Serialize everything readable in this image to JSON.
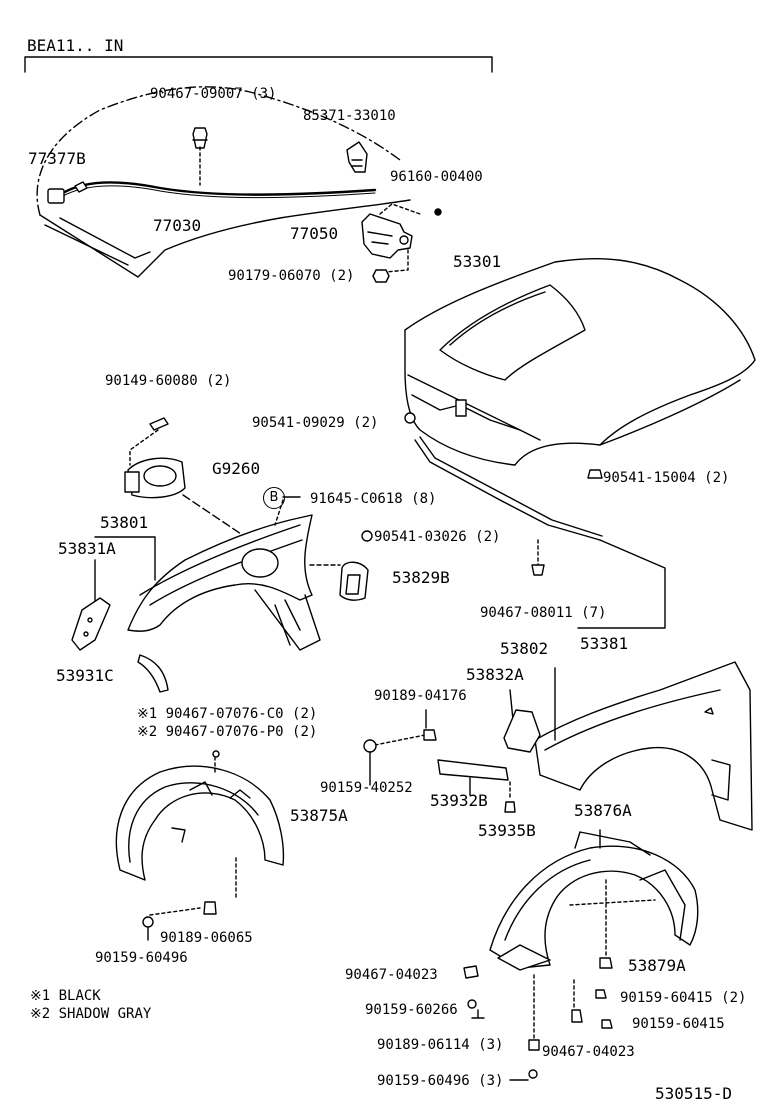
{
  "header": {
    "model_code": "BEA11.. IN"
  },
  "diagram_id": "530515-D",
  "callout_b": "B",
  "legend": {
    "note1": "※1 90467-07076-C0 (2)",
    "note2": "※2 90467-07076-P0 (2)",
    "color1": "※1 BLACK",
    "color2": "※2 SHADOW GRAY"
  },
  "parts": {
    "p1": "90467-09007 (3)",
    "p2": "85371-33010",
    "p3": "77377B",
    "p4": "96160-00400",
    "p5": "77030",
    "p6": "77050",
    "p7": "90179-06070 (2)",
    "p8": "53301",
    "p9": "90149-60080 (2)",
    "p10": "90541-09029 (2)",
    "p11": "G9260",
    "p12": "90541-15004 (2)",
    "p13": "91645-C0618 (8)",
    "p14": "53801",
    "p15": "53831A",
    "p16": "90541-03026 (2)",
    "p17": "53829B",
    "p18": "90467-08011 (7)",
    "p19": "53381",
    "p20": "53802",
    "p21": "53832A",
    "p22": "53931C",
    "p23": "90189-04176",
    "p24": "90159-40252",
    "p25": "53932B",
    "p26": "53875A",
    "p27": "53935B",
    "p28": "53876A",
    "p29": "90189-06065",
    "p30": "90159-60496",
    "p31": "53879A",
    "p32": "90467-04023",
    "p33": "90159-60415 (2)",
    "p34": "90159-60266",
    "p35": "90159-60415",
    "p36": "90189-06114 (3)",
    "p37": "90467-04023",
    "p38": "90159-60496 (3)"
  }
}
